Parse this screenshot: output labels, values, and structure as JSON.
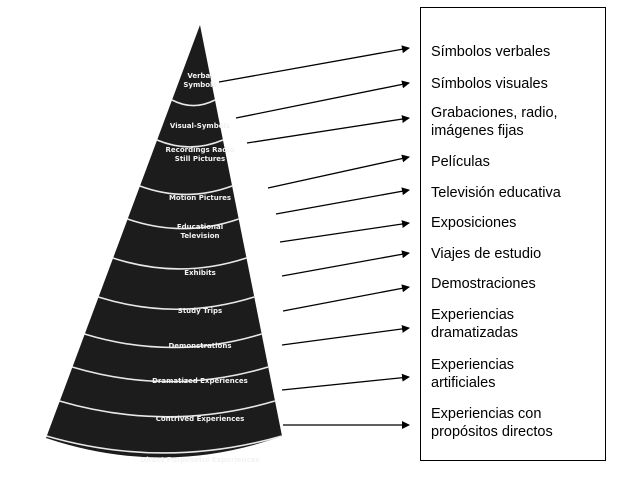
{
  "cone": {
    "apex_label": "Verbal\nSymbols",
    "bands": [
      "Visual-Symbols",
      "Recordings   Radio\nStill Pictures",
      "Motion Pictures",
      "Educational\nTelevision",
      "Exhibits",
      "Study Trips",
      "Demonstrations",
      "Dramatized Experiences",
      "Contrived Experiences",
      "Direct Purposeful Experiences"
    ]
  },
  "legend": {
    "items": [
      "Símbolos verbales",
      "Símbolos visuales",
      "Grabaciones, radio,\nimágenes fijas",
      "Películas",
      "Televisión educativa",
      "Exposiciones",
      "Viajes de estudio",
      "Demostraciones",
      "Experiencias\ndramatizadas",
      "Experiencias\nartificiales",
      "Experiencias con\npropósitos directos"
    ]
  },
  "colors": {
    "cone_fill": "#1c1c1c",
    "band_line": "#e8e8e8",
    "arrow": "#000000"
  }
}
